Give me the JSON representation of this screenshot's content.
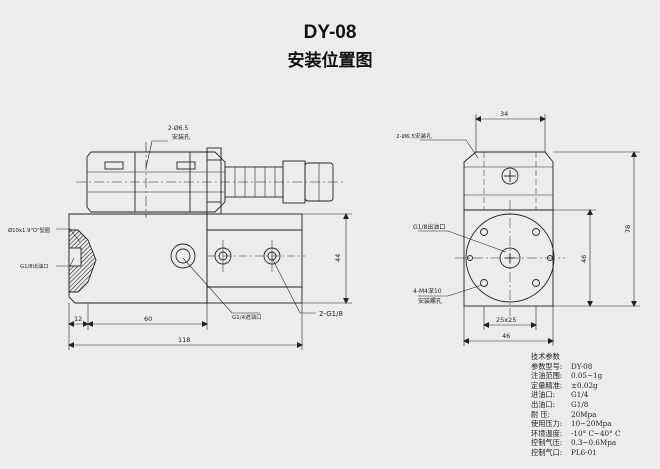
{
  "title": "DY-08",
  "subtitle": "安装位置图",
  "left_view": {
    "mount_hole_label_top": "2-Ø6.5",
    "mount_hole_label_bottom": "安装孔",
    "oring_label": "Ø10x1.9\"O\"型圈",
    "outlet_label": "G1/8出油口",
    "inlet_label": "G1/4进油口",
    "port_label": "2-G1/8",
    "dim_12": "12",
    "dim_60": "60",
    "dim_118": "118",
    "dim_44": "44"
  },
  "right_view": {
    "mount_hole_label": "2-Ø6.5安装孔",
    "outlet_label": "G1/8出油口",
    "thread_label_top": "4-M4深10",
    "thread_label_bottom": "安装螺孔",
    "dim_34": "34",
    "dim_78": "78",
    "dim_46_side": "46",
    "dim_25x25": "25x25",
    "dim_46_bottom": "46"
  },
  "specs": {
    "heading": "技术参数",
    "rows": [
      {
        "k": "参数型号:",
        "v": "DY-08"
      },
      {
        "k": "注油范围:",
        "v": "0.05~1g"
      },
      {
        "k": "定量精准:",
        "v": "±0.02g"
      },
      {
        "k": "进油口:",
        "v": "G1/4"
      },
      {
        "k": "出油口:",
        "v": "G1/8"
      },
      {
        "k": "耐    压:",
        "v": "20Mpa"
      },
      {
        "k": "使用压力:",
        "v": "10~20Mpa"
      },
      {
        "k": "环境温度:",
        "v": "-10° C~40° C"
      },
      {
        "k": "控制气压:",
        "v": "0.3~0.6Mpa"
      },
      {
        "k": "控制气口:",
        "v": "PL6-01"
      }
    ]
  }
}
